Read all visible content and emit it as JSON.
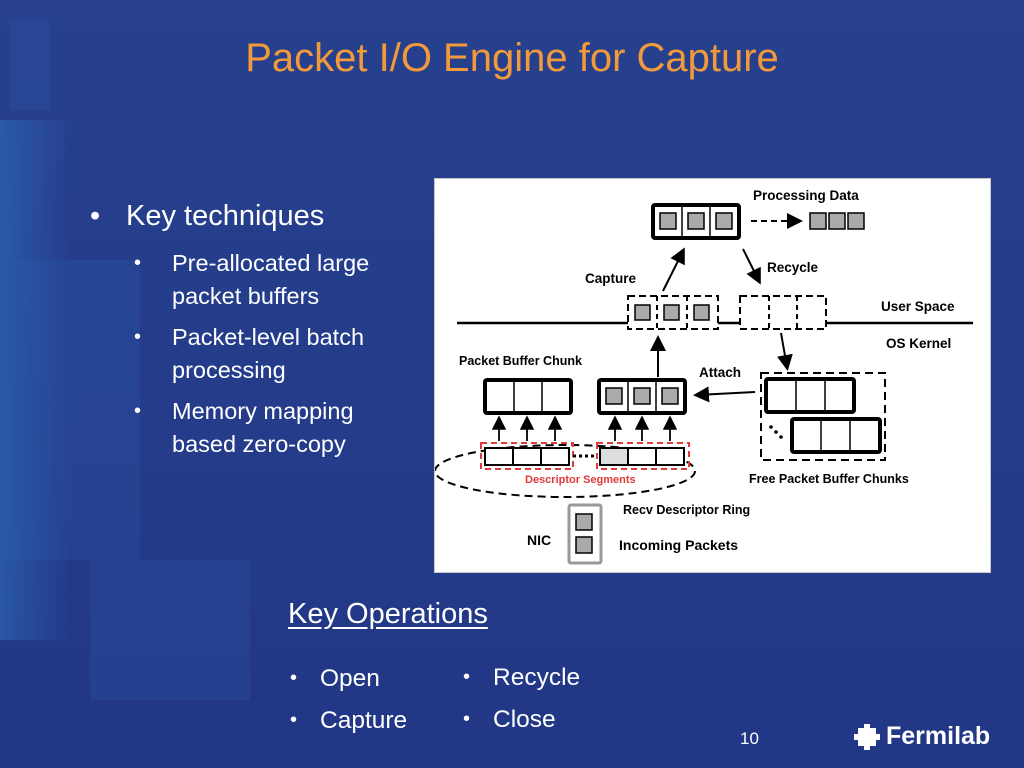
{
  "slide": {
    "title": "Packet I/O Engine for Capture",
    "page_number": "10",
    "logo_text": "Fermilab"
  },
  "bullets": {
    "main": "Key techniques",
    "items": [
      "Pre-allocated large packet buffers",
      "Packet-level batch processing",
      "Memory mapping based zero-copy"
    ]
  },
  "diagram": {
    "processing_data": "Processing Data",
    "recycle": "Recycle",
    "capture": "Capture",
    "user_space": "User Space",
    "os_kernel": "OS Kernel",
    "packet_buffer_chunk": "Packet Buffer Chunk",
    "attach": "Attach",
    "descriptor_segments": "Descriptor Segments",
    "free_packet_buffer_chunks": "Free Packet Buffer Chunks",
    "recv_descriptor_ring": "Recv Descriptor Ring",
    "nic": "NIC",
    "incoming_packets": "Incoming Packets"
  },
  "operations": {
    "title": "Key Operations",
    "col1": [
      "Open",
      "Capture"
    ],
    "col2": [
      "Recycle",
      "Close"
    ]
  },
  "colors": {
    "background": "#243c8a",
    "title": "#f29a3a",
    "descriptor_highlight": "#e03a3a"
  }
}
